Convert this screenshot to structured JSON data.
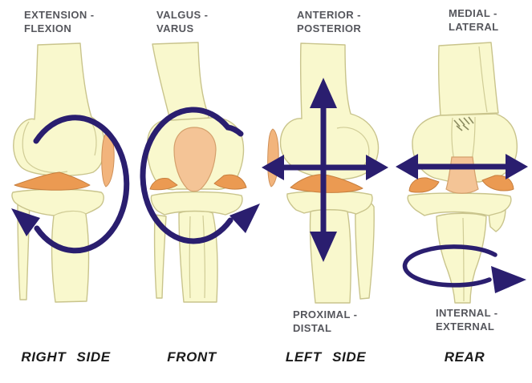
{
  "views": [
    {
      "id": "right-side",
      "motion": {
        "line1": "EXTENSION -",
        "line2": "FLEXION"
      },
      "view_label": "RIGHT SIDE"
    },
    {
      "id": "front",
      "motion": {
        "line1": "VALGUS -",
        "line2": "VARUS"
      },
      "view_label": "FRONT"
    },
    {
      "id": "left-side",
      "motion": {
        "line1": "ANTERIOR -",
        "line2": "POSTERIOR"
      },
      "motion2": {
        "line1": "PROXIMAL -",
        "line2": "DISTAL"
      },
      "view_label": "LEFT SIDE"
    },
    {
      "id": "rear",
      "motion": {
        "line1": "MEDIAL -",
        "line2": "LATERAL"
      },
      "motion2": {
        "line1": "INTERNAL -",
        "line2": "EXTERNAL"
      },
      "view_label": "REAR"
    }
  ],
  "colors": {
    "background": "#ffffff",
    "bone_fill": "#f9f8cd",
    "bone_outline": "#c9c48c",
    "cartilage_orange": "#eb9a52",
    "patella_peach": "#f4c496",
    "patella_side": "#f2b47c",
    "arrow_navy": "#2a1e6f",
    "label_gray": "#55565c",
    "view_label_black": "#1a1a1a"
  }
}
